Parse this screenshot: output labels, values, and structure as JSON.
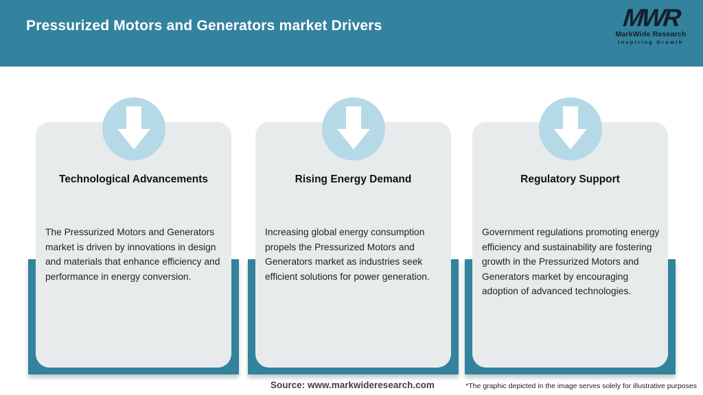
{
  "header": {
    "title": "Pressurized Motors and Generators market Drivers",
    "logo": {
      "acronym": "MWR",
      "name": "MarkWide Research",
      "tagline": "Inspiring Growth"
    }
  },
  "cards": [
    {
      "title": "Technological Advancements",
      "description": "The Pressurized Motors and Generators market is driven by innovations in design and materials that enhance efficiency and performance in energy conversion."
    },
    {
      "title": "Rising Energy Demand",
      "description": "Increasing global energy consumption propels the Pressurized Motors and Generators market as industries seek efficient solutions for power generation."
    },
    {
      "title": "Regulatory Support",
      "description": "Government regulations promoting energy efficiency and sustainability are fostering growth in the Pressurized Motors and Generators market by encouraging adoption of advanced technologies."
    }
  ],
  "footer": {
    "source": "Source: www.markwideresearch.com",
    "disclaimer": "*The graphic depicted in the image serves solely for illustrative purposes"
  },
  "colors": {
    "header_teal": "#33829E",
    "card_gray": "#E8EBEB",
    "circle_blue": "#B5D9E6",
    "logo_dark": "#141F2B"
  }
}
